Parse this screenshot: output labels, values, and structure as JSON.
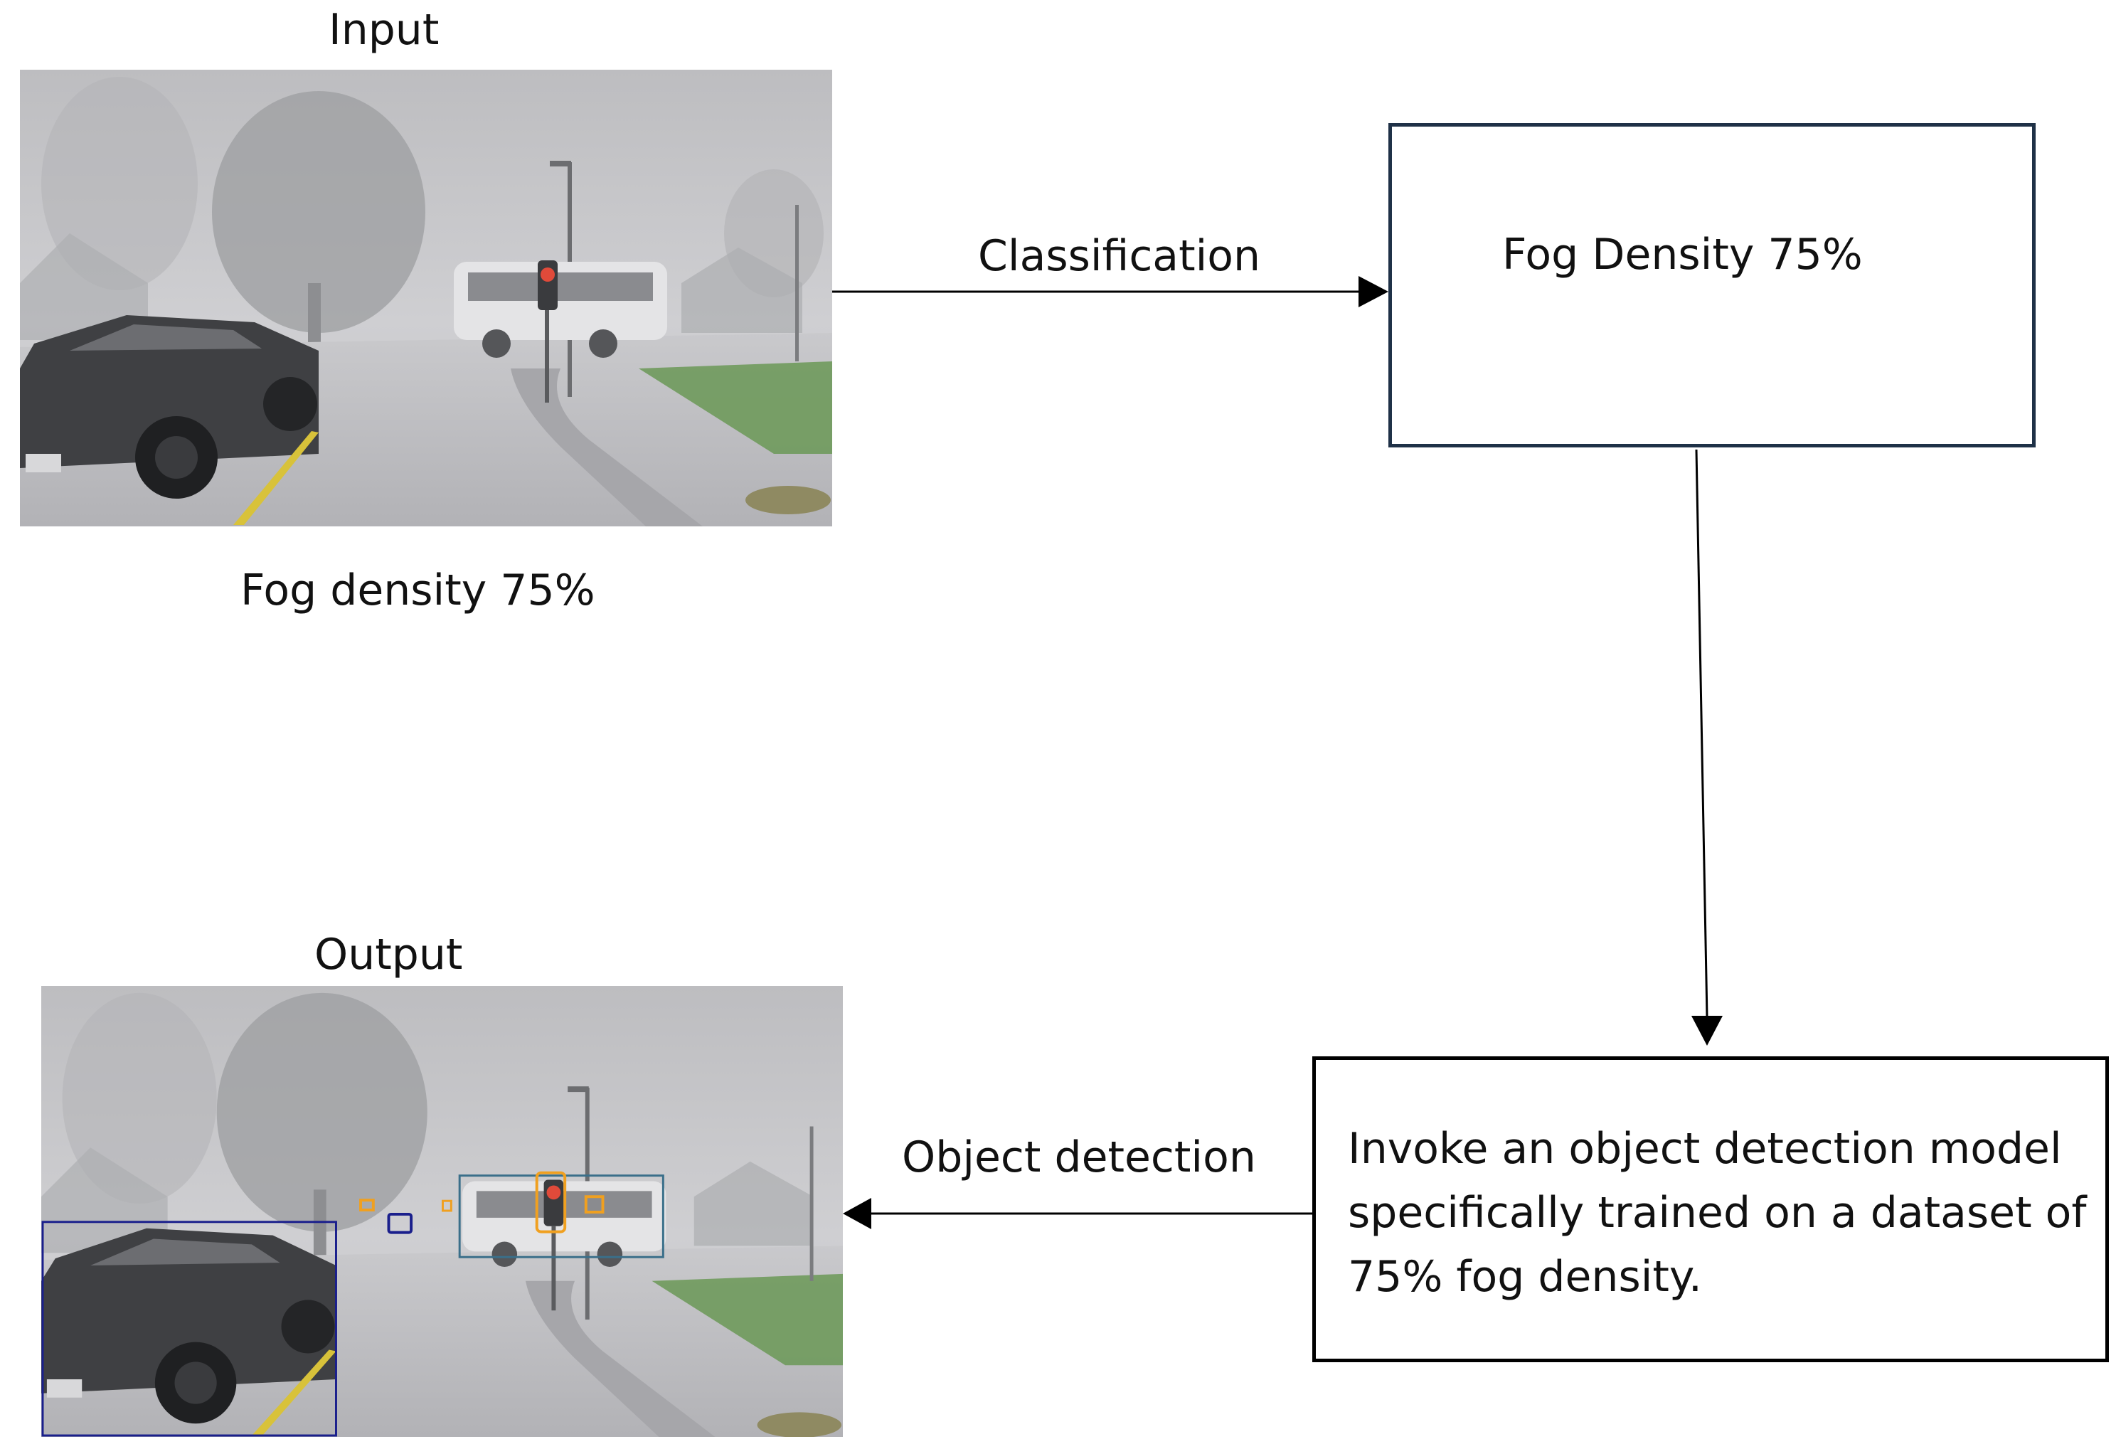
{
  "input": {
    "title": "Input",
    "caption": "Fog density 75%"
  },
  "output": {
    "title": "Output"
  },
  "edges": {
    "classification": "Classification",
    "object_detection": "Object detection"
  },
  "fog_box": {
    "text": "Fog Density 75%"
  },
  "model_box": {
    "lines": [
      "Invoke an  object detection model",
      "specifically trained on a dataset of",
      "75% fog density."
    ]
  },
  "colors": {
    "fog_box_border": "#1f3147",
    "model_box_border": "#000000",
    "arrow": "#000000",
    "car_bbox": "#1a1f8c",
    "bus_bbox": "#3a6f8a",
    "traffic_bbox": "#f0a020",
    "grass": "#6f9a5c",
    "fog": "#c9c9cc"
  }
}
